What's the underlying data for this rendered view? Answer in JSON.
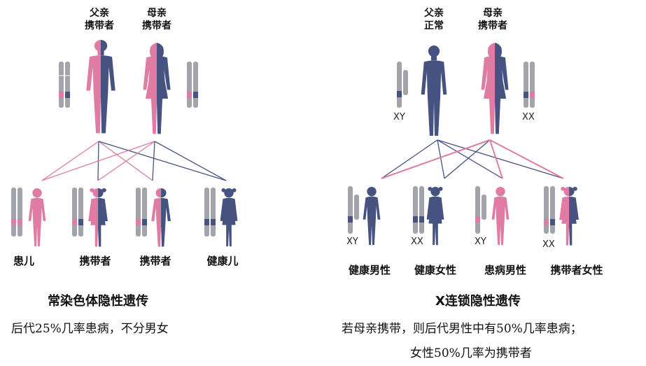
{
  "colors": {
    "pink": "#E07BA3",
    "navy": "#46527F",
    "grey": "#A3A3AB"
  },
  "autosomal": {
    "father_label_1": "父亲",
    "father_label_2": "携带者",
    "mother_label_1": "母亲",
    "mother_label_2": "携带者",
    "children": [
      "患儿",
      "携带者",
      "携带者",
      "健康儿"
    ],
    "title": "常染色体隐性遗传",
    "description": "后代25%几率患病，不分男女"
  },
  "xlinked": {
    "father_label_1": "父亲",
    "father_label_2": "正常",
    "mother_label_1": "母亲",
    "mother_label_2": "携带者",
    "father_chrom": "XY",
    "mother_chrom": "XX",
    "child_chroms": [
      "XY",
      "XX",
      "XY",
      "XX"
    ],
    "children": [
      "健康男性",
      "健康女性",
      "患病男性",
      "携带者女性"
    ],
    "title": "X连锁隐性遗传",
    "description_1": "若母亲携带，则后代男性中有50%几率患病；",
    "description_2": "女性50%几率为携带者"
  }
}
